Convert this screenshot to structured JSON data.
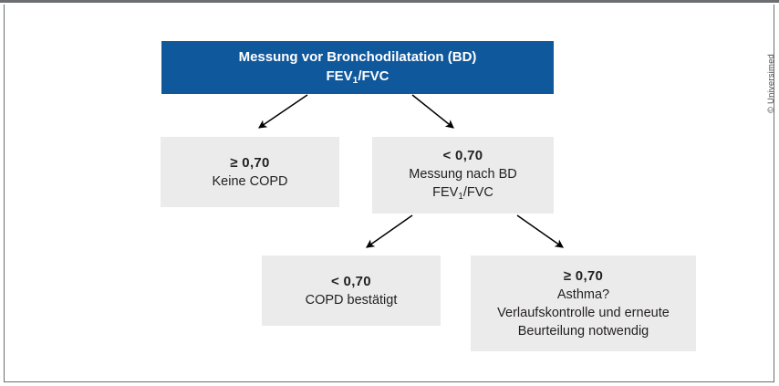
{
  "figure": {
    "credit": "© Universimed",
    "colors": {
      "header_fill": "#10589c",
      "header_text": "#ffffff",
      "node_fill": "#ebebeb",
      "node_text": "#231f20",
      "arrow": "#000000",
      "frame": "#6d6e71"
    }
  },
  "nodes": {
    "header": {
      "line1": "Messung vor Bronchodilatation (BD)",
      "line2_pre": "FEV",
      "line2_sub": "1",
      "line2_post": "/FVC"
    },
    "no_copd": {
      "value": "≥ 0,70",
      "line1": "Keine COPD"
    },
    "post_bd": {
      "value": "< 0,70",
      "line1": "Messung nach BD",
      "line2_pre": "FEV",
      "line2_sub": "1",
      "line2_post": "/FVC"
    },
    "copd_confirmed": {
      "value": "< 0,70",
      "line1": "COPD bestätigt"
    },
    "asthma": {
      "value": "≥ 0,70",
      "line1": "Asthma?",
      "line2": "Verlaufskontrolle und erneute",
      "line3": "Beurteilung notwendig"
    }
  },
  "arrows": [
    {
      "name": "arrow-header-to-no-copd"
    },
    {
      "name": "arrow-header-to-post-bd"
    },
    {
      "name": "arrow-post-bd-to-copd-confirmed"
    },
    {
      "name": "arrow-post-bd-to-asthma"
    }
  ]
}
